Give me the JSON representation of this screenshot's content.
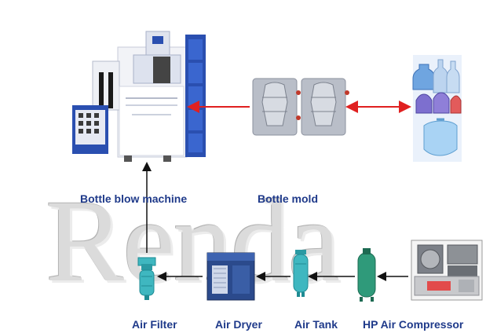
{
  "labels": {
    "blow_machine": "Bottle blow machine",
    "mold": "Bottle mold",
    "filter": "Air Filter",
    "dryer": "Air Dryer",
    "tank": "Air Tank",
    "compressor": "HP Air Compressor"
  },
  "watermark": "Renda",
  "colors": {
    "label": "#1f3a8a",
    "arrow_red": "#e02020",
    "arrow_black": "#111111",
    "machine_blue": "#2a4fb0",
    "filter_teal": "#3fb7c0",
    "tank_green": "#2f9a7a"
  }
}
